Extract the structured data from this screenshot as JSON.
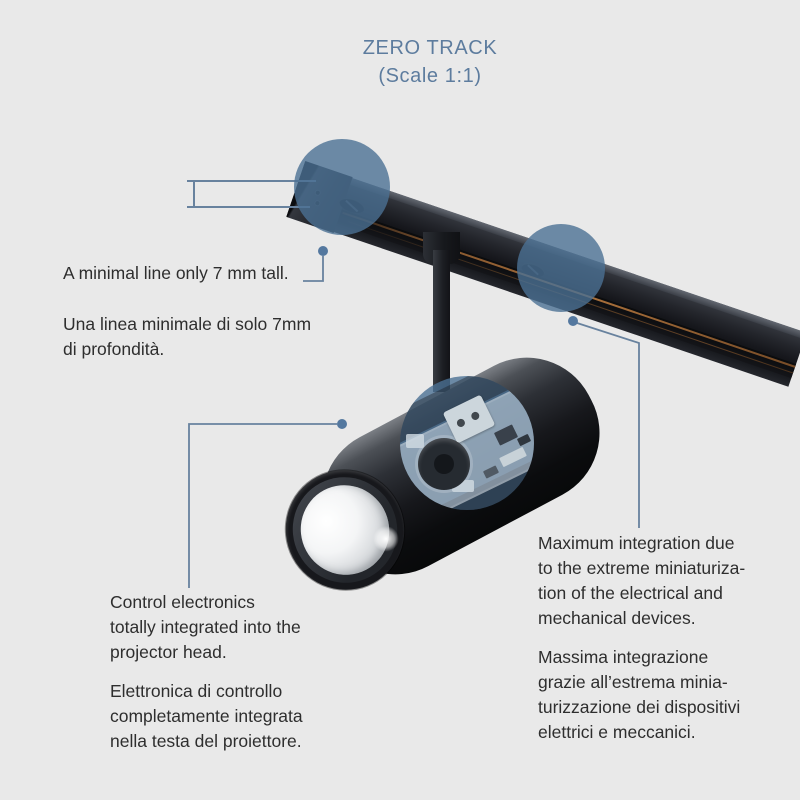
{
  "title": {
    "product": "ZERO TRACK",
    "scale": "(Scale 1:1)"
  },
  "annotations": {
    "height": {
      "en": "A minimal line only 7 mm tall.",
      "it": "Una linea minimale di solo 7mm\ndi profondità."
    },
    "electronics": {
      "en": "Control electronics\ntotally integrated into the\nprojector head.",
      "it": "Elettronica di controllo\ncompletamente integrata\nnella testa del proiettore."
    },
    "integration": {
      "en": "Maximum integration due\nto the extreme miniaturiza-\ntion of the electrical and\nmechanical devices.",
      "it": "Massima integrazione\ngrazie all’estrema minia-\nturizzazione dei dispositivi\nelettrici e meccanici."
    }
  },
  "colors": {
    "background": "#e9e9e9",
    "title_text": "#5d7c9e",
    "body_text": "#2e2e2e",
    "callout_circle": "rgba(75,112,147,0.8)",
    "connector_line": "#68829e",
    "connector_dot": "#54789f",
    "track_black": "#17181d",
    "copper_conductor": "#8a5a30"
  }
}
